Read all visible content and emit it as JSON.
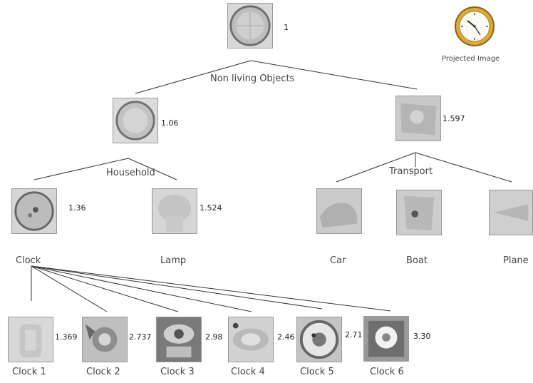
{
  "root": {
    "label": "Non living Objects",
    "value": "1"
  },
  "household": {
    "label": "Household",
    "value": "1.06"
  },
  "transport": {
    "label": "Transport",
    "value": "1.597"
  },
  "clock": {
    "label": "Clock",
    "value": "1.36"
  },
  "lamp": {
    "label": "Lamp",
    "value": "1.524"
  },
  "car": {
    "label": "Car"
  },
  "boat": {
    "label": "Boat"
  },
  "plane": {
    "label": "Plane"
  },
  "projected": {
    "label": "Projected Image"
  },
  "leaves": [
    {
      "label": "Clock 1",
      "value": "1.369"
    },
    {
      "label": "Clock 2",
      "value": "2.737"
    },
    {
      "label": "Clock 3",
      "value": "2.98"
    },
    {
      "label": "Clock 4",
      "value": "2.46"
    },
    {
      "label": "Clock 5",
      "value": "2.71"
    },
    {
      "label": "Clock 6",
      "value": "3.30"
    }
  ]
}
